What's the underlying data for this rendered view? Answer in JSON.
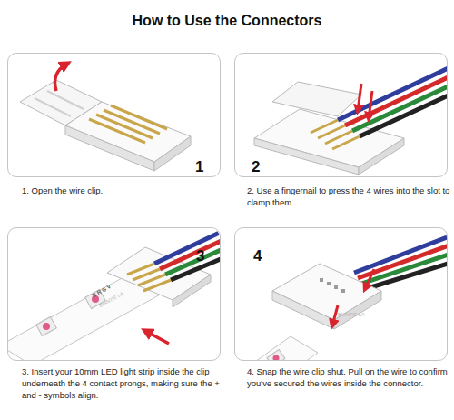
{
  "diagram": {
    "title": "How to Use the Connectors",
    "nodes": [
      {
        "text": [
          "1"
        ]
      },
      {
        "text": [
          "2"
        ]
      },
      {
        "text": [
          "3"
        ]
      },
      {
        "text": [
          "4"
        ]
      }
    ],
    "labels": [
      "1. Open the wire clip.",
      "2. Use a fingernail to press the 4 wires into the slot to clamp them.",
      "3. Insert your 10mm LED light strip inside the clip underneath the 4 contact prongs, making sure the + and - symbols align.",
      "4. Snap the wire clip shut. Pull on the wire to confirm you've secured the wires inside the connector.",
      "B R G V",
      "BIANTIE LA",
      "BIANTIE LA"
    ]
  }
}
